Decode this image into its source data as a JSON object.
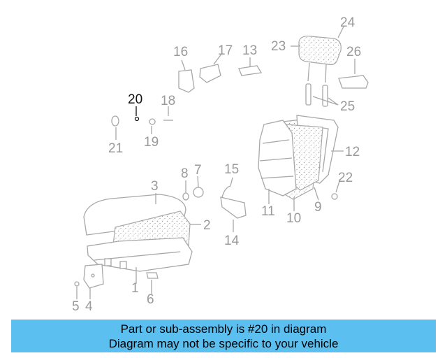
{
  "callouts": [
    {
      "id": "1",
      "text": "1"
    },
    {
      "id": "2",
      "text": "2"
    },
    {
      "id": "3",
      "text": "3"
    },
    {
      "id": "4",
      "text": "4"
    },
    {
      "id": "5",
      "text": "5"
    },
    {
      "id": "6",
      "text": "6"
    },
    {
      "id": "7",
      "text": "7"
    },
    {
      "id": "8",
      "text": "8"
    },
    {
      "id": "9",
      "text": "9"
    },
    {
      "id": "10",
      "text": "10"
    },
    {
      "id": "11",
      "text": "11"
    },
    {
      "id": "12",
      "text": "12"
    },
    {
      "id": "13",
      "text": "13"
    },
    {
      "id": "14",
      "text": "14"
    },
    {
      "id": "15",
      "text": "15"
    },
    {
      "id": "16",
      "text": "16"
    },
    {
      "id": "17",
      "text": "17"
    },
    {
      "id": "18",
      "text": "18"
    },
    {
      "id": "19",
      "text": "19"
    },
    {
      "id": "20",
      "text": "20"
    },
    {
      "id": "21",
      "text": "21"
    },
    {
      "id": "22",
      "text": "22"
    },
    {
      "id": "23",
      "text": "23"
    },
    {
      "id": "24",
      "text": "24"
    },
    {
      "id": "25",
      "text": "25"
    },
    {
      "id": "26",
      "text": "26"
    }
  ],
  "highlighted_part": "20",
  "banner": {
    "line1": "Part or sub-assembly is #20 in diagram",
    "line2": "Diagram may not be specific to your vehicle",
    "color": "#5bc0f0"
  },
  "colors": {
    "part_line": "#a8a8a8",
    "label": "#9a9a9a",
    "highlight": "#111111"
  }
}
